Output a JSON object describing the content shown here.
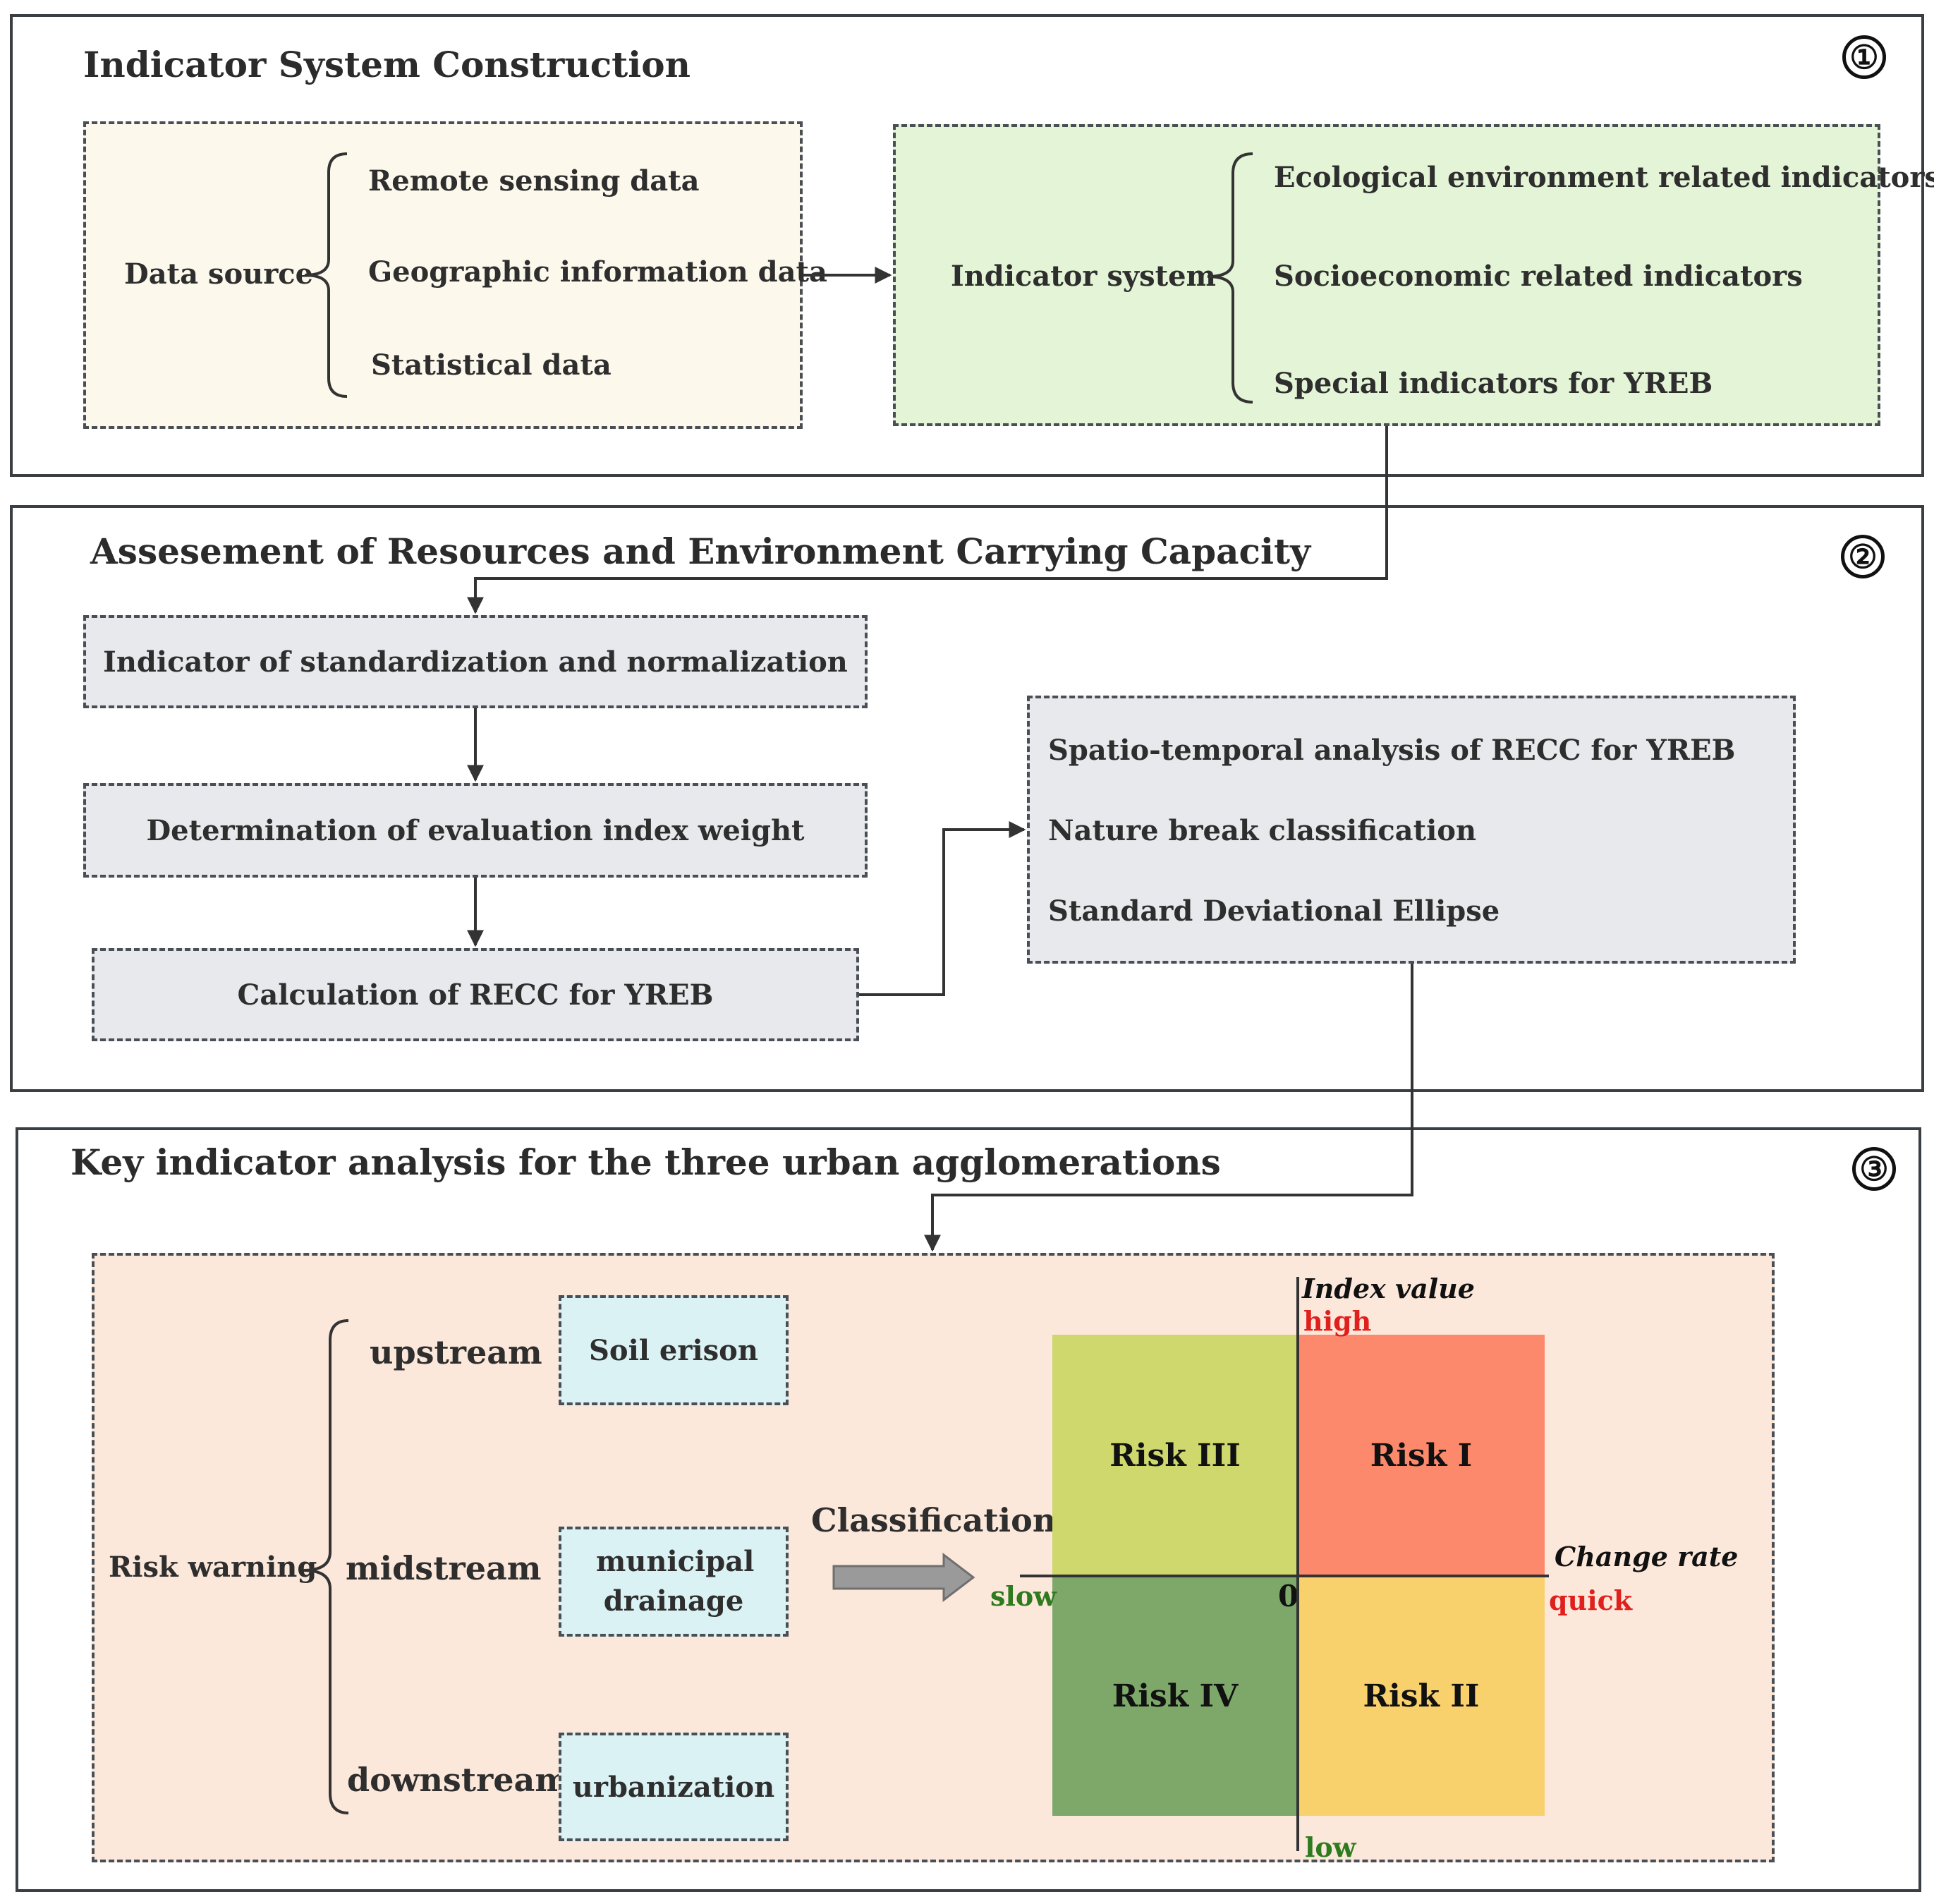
{
  "section1": {
    "badge": "①",
    "title": "Indicator System Construction",
    "data_source": {
      "label": "Data source",
      "items": [
        "Remote sensing data",
        "Geographic information data",
        "Statistical data"
      ]
    },
    "indicator_system": {
      "label": "Indicator system",
      "items": [
        "Ecological environment related indicators",
        "Socioeconomic related indicators",
        "Special indicators for YREB"
      ]
    }
  },
  "section2": {
    "badge": "②",
    "title": "Assesement of Resources and Environment Carrying Capacity",
    "steps": [
      "Indicator of standardization and normalization",
      "Determination of evaluation index weight",
      "Calculation of RECC for YREB"
    ],
    "analysis": [
      "Spatio-temporal analysis of RECC for YREB",
      "Nature break classification",
      "Standard Deviational Ellipse"
    ]
  },
  "section3": {
    "badge": "③",
    "title": "Key indicator analysis for the three urban agglomerations",
    "risk_warning": "Risk warning",
    "streams": [
      "upstream",
      "midstream",
      "downstream"
    ],
    "issues": [
      "Soil erison",
      "municipal drainage",
      "urbanization"
    ],
    "classification": "Classification",
    "matrix": {
      "y_axis": "Index value",
      "high": "high",
      "low": "low",
      "x_axis": "Change rate",
      "slow": "slow",
      "quick": "quick",
      "origin": "0",
      "quadrants": {
        "top_left": "Risk III",
        "top_right": "Risk I",
        "bottom_left": "Risk IV",
        "bottom_right": "Risk II"
      },
      "colors": {
        "top_left": "#cfd86c",
        "top_right": "#fc896c",
        "bottom_left": "#7ea86a",
        "bottom_right": "#f9d16c"
      }
    }
  }
}
